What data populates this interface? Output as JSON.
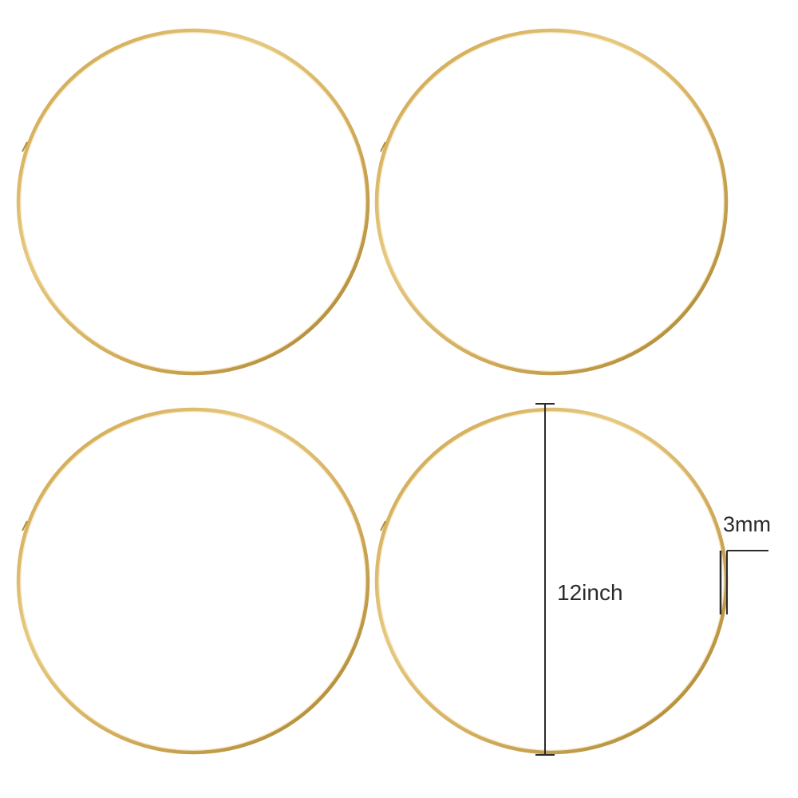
{
  "product": {
    "ring_color": "#d4ae5f",
    "ring_highlight": "#f2dc9f",
    "ring_shadow": "#a8842f",
    "background": "#ffffff"
  },
  "annotations": {
    "diameter_label": "12inch",
    "thickness_label": "3mm",
    "line_color": "#2b2b2b"
  },
  "rings": [
    {
      "name": "ring-top-left"
    },
    {
      "name": "ring-top-right"
    },
    {
      "name": "ring-bottom-left"
    },
    {
      "name": "ring-bottom-right"
    }
  ]
}
